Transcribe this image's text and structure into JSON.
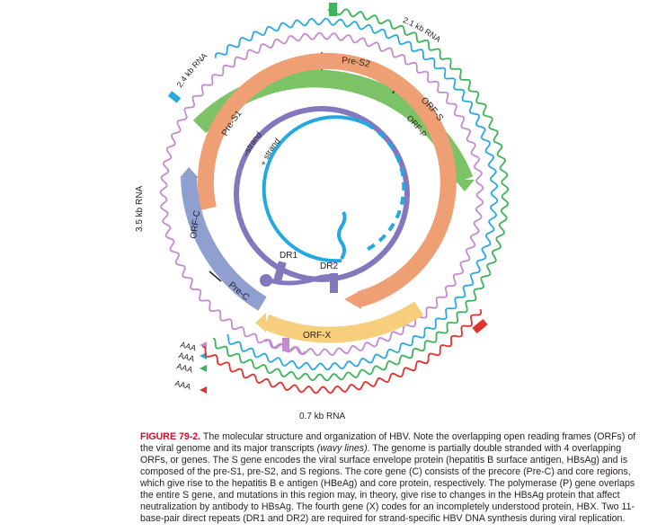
{
  "diagram": {
    "rna_labels": {
      "rna_2_4": "2.4 kb RNA",
      "rna_2_1": "2.1 kb RNA",
      "rna_3_5": "3.5 kb RNA",
      "rna_0_7": "0.7 kb RNA"
    },
    "gene_labels": {
      "pre_s1": "Pre-S1",
      "pre_s2": "Pre-S2",
      "orf_s": "ORF-S",
      "orf_p": "ORF-P",
      "orf_c": "ORF-C",
      "pre_c": "Pre-C",
      "orf_x": "ORF-X"
    },
    "strand_labels": {
      "minus": "–strand",
      "plus": "+ strand"
    },
    "repeats": {
      "dr1": "DR1",
      "dr2": "DR2"
    },
    "polya": [
      "AAA",
      "AAA",
      "AAA",
      "AAA"
    ],
    "colors": {
      "rna_3_5": "#c58bcf",
      "rna_2_4": "#2aa9e0",
      "rna_2_1": "#3db35a",
      "rna_0_7": "#e0332e",
      "orf_s": "#7cc267",
      "orf_p": "#ef9f74",
      "orf_c": "#8f9fd0",
      "orf_x": "#f7cf7c",
      "minus_strand": "#8577bd",
      "plus_strand": "#23a8e0"
    }
  },
  "caption": {
    "figure_number": "FIGURE 79-2.",
    "text_1": " The molecular structure and organization of HBV. Note the overlapping open reading frames (ORFs) of the viral genome and its major transcripts ",
    "text_italic": "(wavy lines)",
    "text_2": ". The genome is partially double stranded with 4 overlapping ORFs, or genes. The S gene encodes the viral surface envelope protein (hepatitis B surface antigen, HBsAg) and is composed of the pre-S1, pre-S2, and S regions. The core gene (C) consists of the precore (Pre-C) and core regions, which give rise to the hepatitis B e antigen (HBeAg) and core protein, respectively. The polymerase (P) gene overlaps the entire S gene, and mutations in this region may, in theory, give rise to changes in the HBsAg protein that affect neutralization by antibody to HBsAg. The fourth gene (X) codes for an incompletely understood protein, HBX. Two 11-base-pair direct repeats (DR1 and DR2) are required for strand-specific HBV DNA synthesis during viral replication."
  }
}
